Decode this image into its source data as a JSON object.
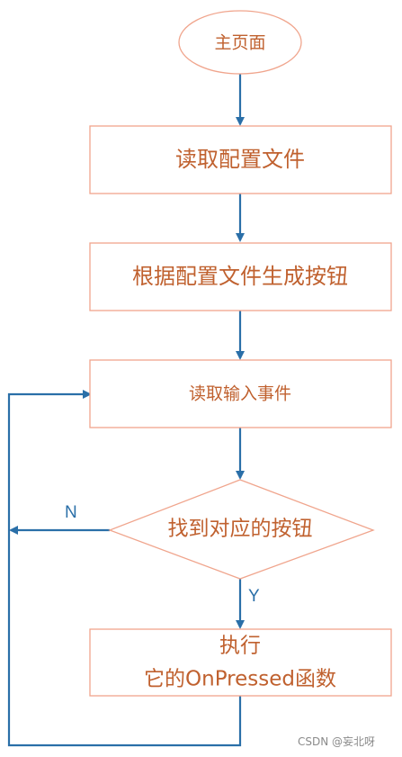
{
  "nodes": {
    "start": "主页面",
    "read_config": "读取配置文件",
    "generate_buttons": "根据配置文件生成按钮",
    "read_input": "读取输入事件",
    "find_button": "找到对应的按钮",
    "execute_line1": "执行",
    "execute_line2": "它的OnPressed函数"
  },
  "edges": {
    "no_label": "N",
    "yes_label": "Y"
  },
  "watermark": "CSDN @妄北呀",
  "colors": {
    "node_border": "#f0a58d",
    "node_text": "#c0612f",
    "edge": "#2a6fa8",
    "watermark": "#8a8a8a"
  }
}
